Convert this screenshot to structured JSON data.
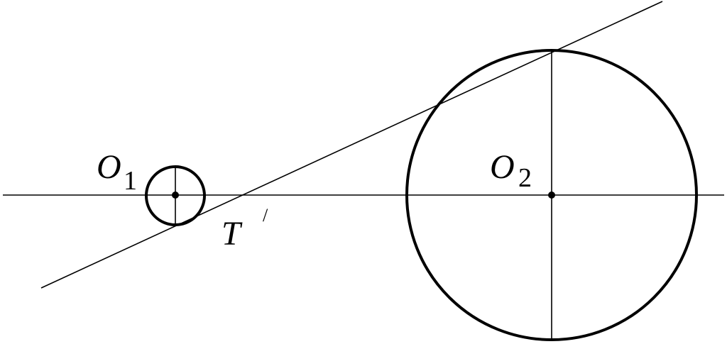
{
  "diagram": {
    "labels": {
      "o1_letter": "O",
      "o1_sub": "1",
      "o2_letter": "O",
      "o2_sub": "2",
      "t_letter": "T",
      "t_prime": "/"
    },
    "colors": {
      "stroke": "#000000",
      "background": "#ffffff"
    }
  }
}
